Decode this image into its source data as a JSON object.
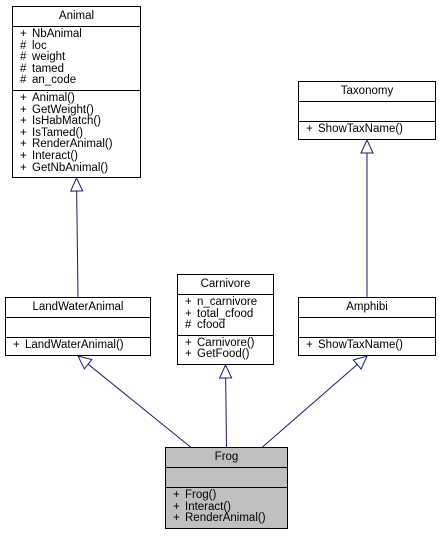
{
  "classes": {
    "animal": {
      "name": "Animal",
      "attributes": [
        {
          "vis": "+",
          "name": "NbAnimal"
        },
        {
          "vis": "#",
          "name": "loc"
        },
        {
          "vis": "#",
          "name": "weight"
        },
        {
          "vis": "#",
          "name": "tamed"
        },
        {
          "vis": "#",
          "name": "an_code"
        }
      ],
      "methods": [
        {
          "vis": "+",
          "name": "Animal()"
        },
        {
          "vis": "+",
          "name": "GetWeight()"
        },
        {
          "vis": "+",
          "name": "IsHabMatch()"
        },
        {
          "vis": "+",
          "name": "IsTamed()"
        },
        {
          "vis": "+",
          "name": "RenderAnimal()"
        },
        {
          "vis": "+",
          "name": "Interact()"
        },
        {
          "vis": "+",
          "name": "GetNbAnimal()"
        }
      ]
    },
    "taxonomy": {
      "name": "Taxonomy",
      "attributes": [],
      "methods": [
        {
          "vis": "+",
          "name": "ShowTaxName()"
        }
      ]
    },
    "landwater": {
      "name": "LandWaterAnimal",
      "attributes": [],
      "methods": [
        {
          "vis": "+",
          "name": "LandWaterAnimal()"
        }
      ]
    },
    "carnivore": {
      "name": "Carnivore",
      "attributes": [
        {
          "vis": "+",
          "name": "n_carnivore"
        },
        {
          "vis": "+",
          "name": "total_cfood"
        },
        {
          "vis": "#",
          "name": "cfood"
        }
      ],
      "methods": [
        {
          "vis": "+",
          "name": "Carnivore()"
        },
        {
          "vis": "+",
          "name": "GetFood()"
        }
      ]
    },
    "amphibi": {
      "name": "Amphibi",
      "attributes": [],
      "methods": [
        {
          "vis": "+",
          "name": "ShowTaxName()"
        }
      ]
    },
    "frog": {
      "name": "Frog",
      "attributes": [],
      "methods": [
        {
          "vis": "+",
          "name": "Frog()"
        },
        {
          "vis": "+",
          "name": "Interact()"
        },
        {
          "vis": "+",
          "name": "RenderAnimal()"
        }
      ]
    }
  },
  "inheritance": [
    {
      "child": "landwater",
      "parent": "animal"
    },
    {
      "child": "amphibi",
      "parent": "taxonomy"
    },
    {
      "child": "frog",
      "parent": "landwater"
    },
    {
      "child": "frog",
      "parent": "carnivore"
    },
    {
      "child": "frog",
      "parent": "amphibi"
    }
  ],
  "colors": {
    "edge": "#191970",
    "highlight": "#bfbfbf",
    "border": "#000000"
  }
}
